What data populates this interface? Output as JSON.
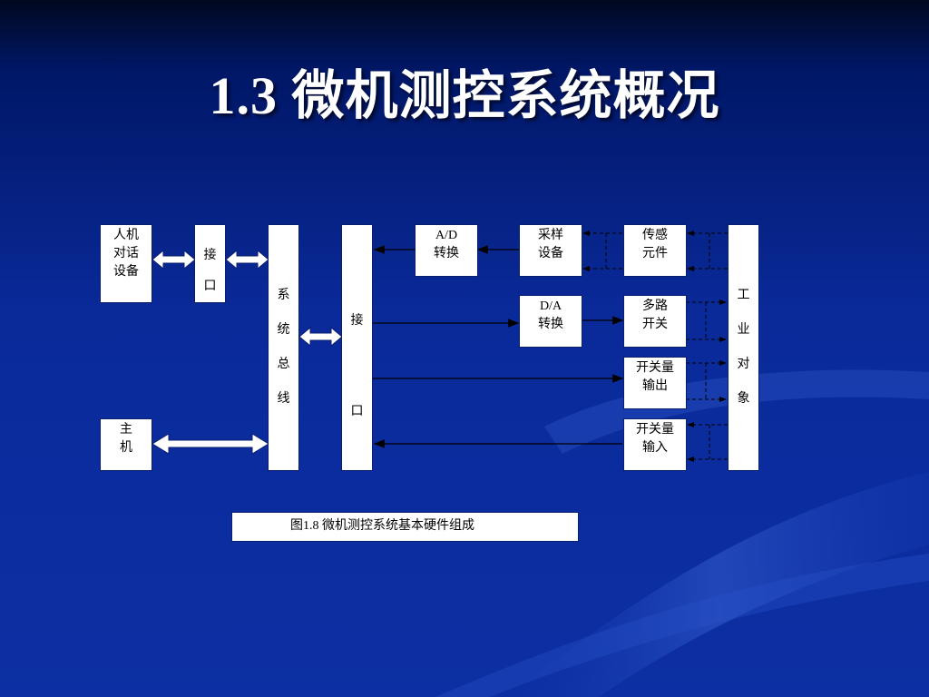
{
  "title": "1.3 微机测控系统概况",
  "caption": "图1.8  微机测控系统基本硬件组成",
  "blocks": {
    "hmi": "人机对话设备",
    "host": "主机",
    "interface_left": "接口",
    "system_bus": "系统总线",
    "interface_right": "接口",
    "ad": "A/D转换",
    "sampler": "采样设备",
    "sensor": "传感元件",
    "da": "D/A转换",
    "multiplexer": "多路开关",
    "switch_out": "开关量输出",
    "switch_in": "开关量输入",
    "industrial_object": "工业对象"
  },
  "colors": {
    "background": "#0c2fa3",
    "box_fill": "#ffffff"
  }
}
